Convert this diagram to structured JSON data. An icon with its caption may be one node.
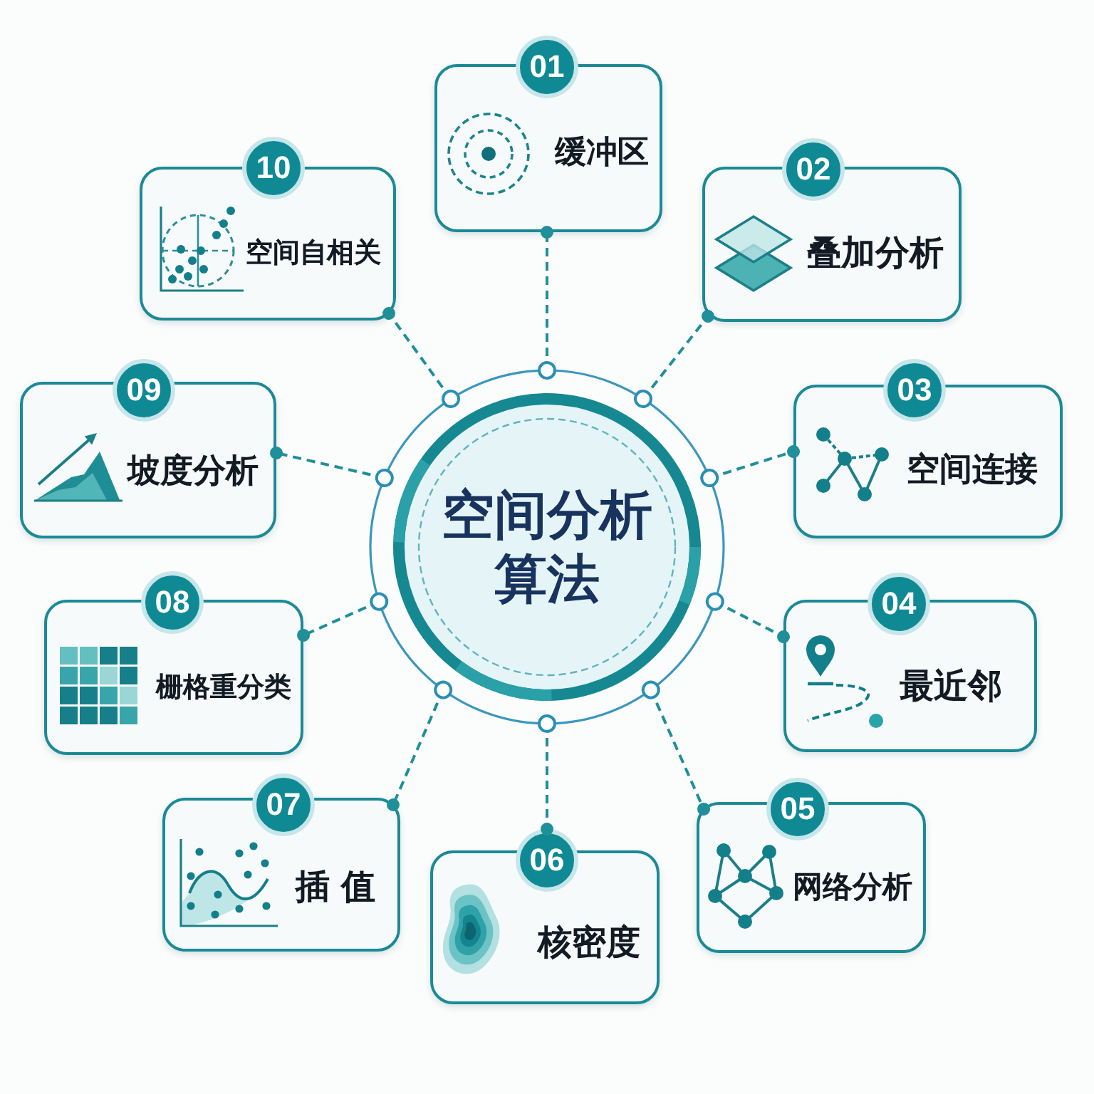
{
  "diagram": {
    "nodes": [
      {
        "text": [
          "空间分析算法"
        ]
      },
      {
        "text": [
          "01",
          "缓冲区"
        ]
      },
      {
        "text": [
          "02",
          "叠加分析"
        ]
      },
      {
        "text": [
          "03",
          "空间连接"
        ]
      },
      {
        "text": [
          "04",
          "最近邻"
        ]
      },
      {
        "text": [
          "05",
          "网络分析"
        ]
      },
      {
        "text": [
          "06",
          "核密度"
        ]
      },
      {
        "text": [
          "07",
          "插值"
        ]
      },
      {
        "text": [
          "08",
          "栅格重分类"
        ]
      },
      {
        "text": [
          "09",
          "坡度分析"
        ]
      },
      {
        "text": [
          "10",
          "空间自相关"
        ]
      }
    ],
    "edges": [
      {
        "from": 0,
        "to": 1,
        "arrow": "other",
        "style": "dashed"
      },
      {
        "from": 0,
        "to": 2,
        "arrow": "other",
        "style": "dashed"
      },
      {
        "from": 0,
        "to": 3,
        "arrow": "other",
        "style": "dashed"
      },
      {
        "from": 0,
        "to": 4,
        "arrow": "other",
        "style": "dashed"
      },
      {
        "from": 0,
        "to": 5,
        "arrow": "other",
        "style": "dashed"
      },
      {
        "from": 0,
        "to": 6,
        "arrow": "other",
        "style": "dashed"
      },
      {
        "from": 0,
        "to": 7,
        "arrow": "other",
        "style": "dashed"
      },
      {
        "from": 0,
        "to": 8,
        "arrow": "other",
        "style": "dashed"
      },
      {
        "from": 0,
        "to": 9,
        "arrow": "other",
        "style": "dashed"
      },
      {
        "from": 0,
        "to": 10,
        "arrow": "other",
        "style": "dashed"
      }
    ]
  }
}
